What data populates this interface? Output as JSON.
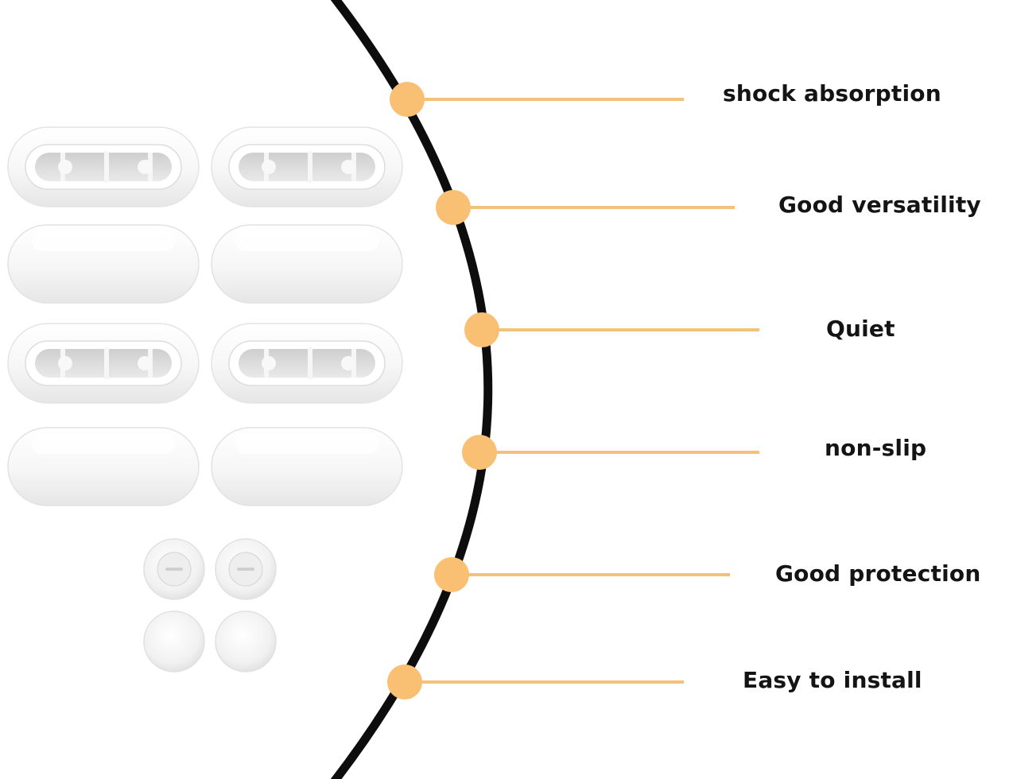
{
  "features": [
    {
      "label": "shock absorption"
    },
    {
      "label": "Good versatility"
    },
    {
      "label": "Quiet"
    },
    {
      "label": "non-slip"
    },
    {
      "label": "Good protection"
    },
    {
      "label": "Easy to install"
    }
  ],
  "colors": {
    "accent": "#f9c074",
    "accent_line": "#f2c27a",
    "arc": "#0d0d0d",
    "pad": "#f4f4f4",
    "pad_shadow": "#e2e2e2",
    "pad_inner": "#dcdcdc",
    "label": "#141414"
  },
  "product": {
    "pads_with_slots": 4,
    "solid_pads": 4,
    "round_plugs": 4
  }
}
